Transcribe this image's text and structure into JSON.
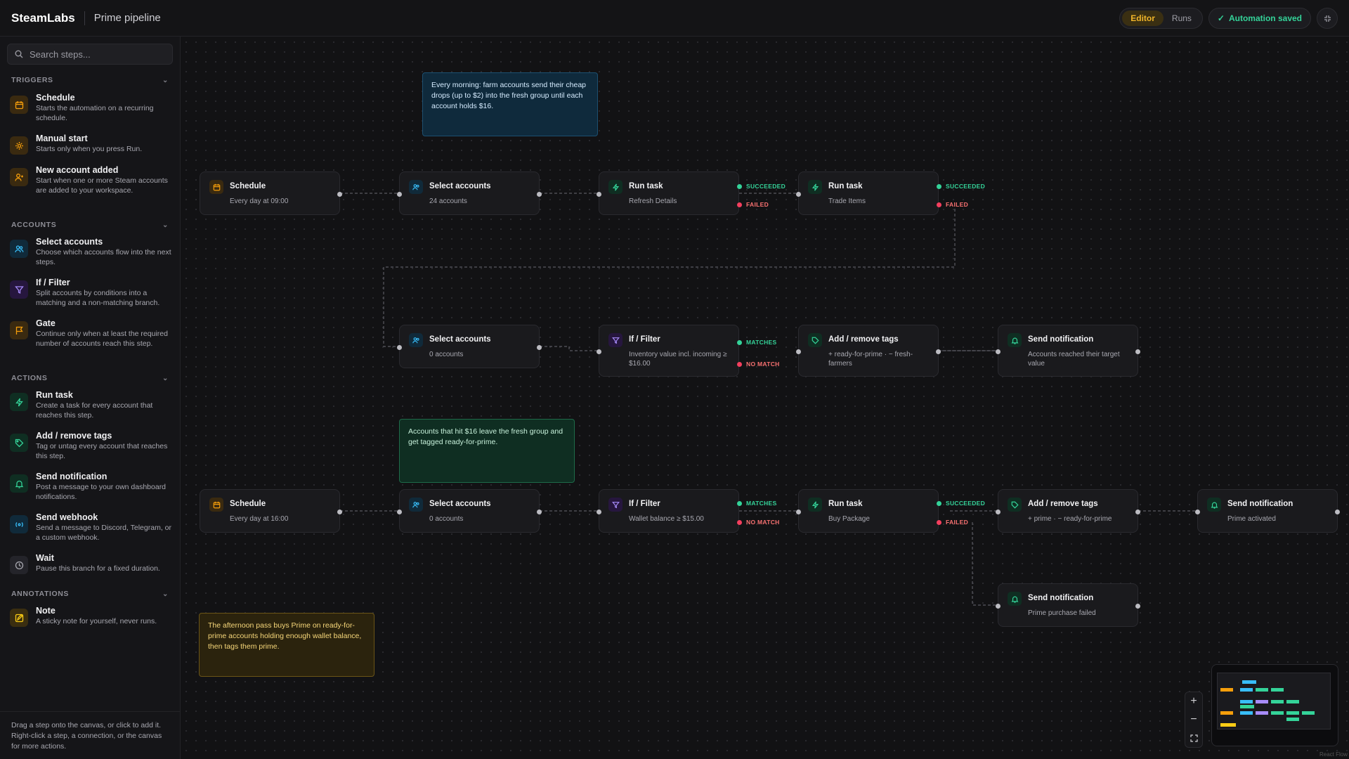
{
  "header": {
    "brand": "SteamLabs",
    "title": "Prime pipeline",
    "tabs": [
      {
        "label": "Editor",
        "active": true
      },
      {
        "label": "Runs",
        "active": false
      }
    ],
    "status": "Automation saved",
    "status_color": "#34d399",
    "accent": "#f0b429"
  },
  "sidebar": {
    "search_placeholder": "Search steps...",
    "sections": {
      "triggers": "TRIGGERS",
      "accounts": "ACCOUNTS",
      "actions": "ACTIONS",
      "annotations": "ANNOTATIONS"
    },
    "items": [
      {
        "title": "Schedule",
        "desc": "Starts the automation on a recurring schedule.",
        "icon": "calendar-icon"
      },
      {
        "title": "Manual start",
        "desc": "Starts only when you press Run.",
        "icon": "hand-icon"
      },
      {
        "title": "New account added",
        "desc": "Start when one or more Steam accounts are added to your workspace.",
        "icon": "user-plus-icon"
      },
      {
        "title": "Select accounts",
        "desc": "Choose which accounts flow into the next steps.",
        "icon": "users-icon"
      },
      {
        "title": "If / Filter",
        "desc": "Split accounts by conditions into a matching and a non-matching branch.",
        "icon": "filter-icon"
      },
      {
        "title": "Gate",
        "desc": "Continue only when at least the required number of accounts reach this step.",
        "icon": "flag-icon"
      },
      {
        "title": "Run task",
        "desc": "Create a task for every account that reaches this step.",
        "icon": "bolt-icon"
      },
      {
        "title": "Add / remove tags",
        "desc": "Tag or untag every account that reaches this step.",
        "icon": "tag-icon"
      },
      {
        "title": "Send notification",
        "desc": "Post a message to your own dashboard notifications.",
        "icon": "bell-icon"
      },
      {
        "title": "Send webhook",
        "desc": "Send a message to Discord, Telegram, or a custom webhook.",
        "icon": "webhook-icon"
      },
      {
        "title": "Wait",
        "desc": "Pause this branch for a fixed duration.",
        "icon": "clock-icon"
      },
      {
        "title": "Note",
        "desc": "A sticky note for yourself, never runs.",
        "icon": "note-icon"
      }
    ],
    "footer": "Drag a step onto the canvas, or click to add it. Right-click a step, a connection, or the canvas for more actions."
  },
  "canvas": {
    "nodes": [
      {
        "title": "Schedule",
        "sub": "Every day at 09:00",
        "icon": "calendar-icon"
      },
      {
        "title": "Select accounts",
        "sub": "24 accounts",
        "icon": "users-icon"
      },
      {
        "title": "Run task",
        "sub": "Refresh Details",
        "icon": "bolt-icon"
      },
      {
        "title": "Run task",
        "sub": "Trade Items",
        "icon": "bolt-icon"
      },
      {
        "title": "Select accounts",
        "sub": "0 accounts",
        "icon": "users-icon"
      },
      {
        "title": "If / Filter",
        "sub": "Inventory value incl. incoming ≥ $16.00",
        "icon": "filter-icon"
      },
      {
        "title": "Add / remove tags",
        "sub": "+ ready-for-prime · − fresh-farmers",
        "icon": "tag-icon"
      },
      {
        "title": "Send notification",
        "sub": "Accounts reached their target value",
        "icon": "bell-icon"
      },
      {
        "title": "Schedule",
        "sub": "Every day at 16:00",
        "icon": "calendar-icon"
      },
      {
        "title": "Select accounts",
        "sub": "0 accounts",
        "icon": "users-icon"
      },
      {
        "title": "If / Filter",
        "sub": "Wallet balance ≥ $15.00",
        "icon": "filter-icon"
      },
      {
        "title": "Run task",
        "sub": "Buy Package",
        "icon": "bolt-icon"
      },
      {
        "title": "Add / remove tags",
        "sub": "+ prime · − ready-for-prime",
        "icon": "tag-icon"
      },
      {
        "title": "Send notification",
        "sub": "Prime activated",
        "icon": "bell-icon"
      },
      {
        "title": "Send notification",
        "sub": "Prime purchase failed",
        "icon": "bell-icon"
      }
    ],
    "outputs": {
      "succeeded": "SUCCEEDED",
      "failed": "FAILED",
      "matches": "MATCHES",
      "no_match": "NO MATCH"
    },
    "notes": {
      "morning": "Every morning: farm accounts send their cheap drops (up to $2) into the fresh group until each account holds $16.",
      "hit": "Accounts that hit $16 leave the fresh group and get tagged ready-for-prime.",
      "afternoon": "The afternoon pass buys Prime on ready-for-prime accounts holding enough wallet balance, then tags them prime."
    },
    "minimap_attribution": "React Flow"
  }
}
